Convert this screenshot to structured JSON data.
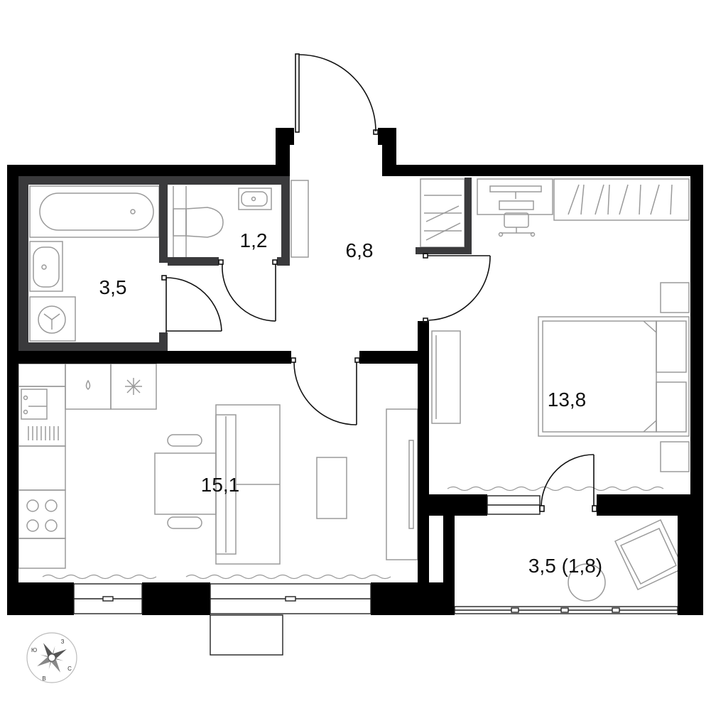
{
  "rooms": {
    "bathroom": {
      "area": "3,5"
    },
    "toilet": {
      "area": "1,2"
    },
    "hallway": {
      "area": "6,8"
    },
    "bedroom": {
      "area": "13,8"
    },
    "living_kitchen": {
      "area": "15,1"
    },
    "balcony": {
      "area": "3,5 (1,8)"
    }
  },
  "compass": {
    "top": "З",
    "left": "Ю",
    "right": "С",
    "bottom": "В"
  },
  "colors": {
    "wall": "#000000",
    "partition": "#3a3a3c",
    "furniture": "#9a9a9a",
    "door": "#111111"
  }
}
